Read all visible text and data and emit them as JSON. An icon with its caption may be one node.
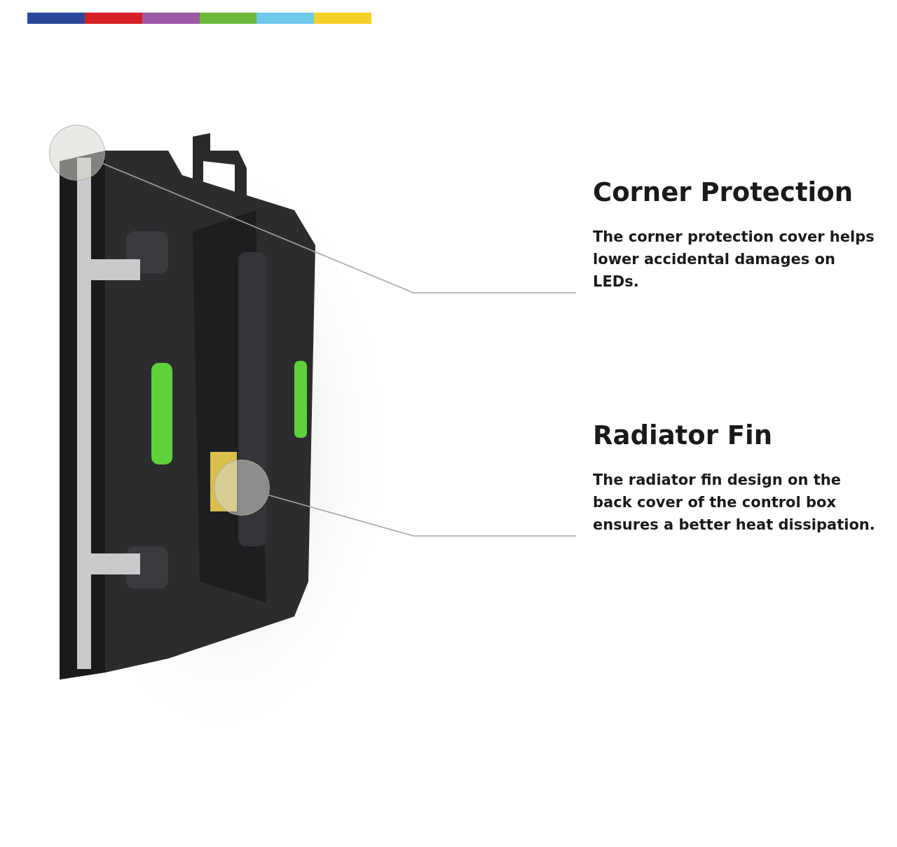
{
  "diagram": {
    "nodes": [
      {
        "text": [
          "Corner Protection",
          "The corner protection cover helps lower accidental damages on LEDs."
        ]
      },
      {
        "text": [],
        "shape": "circle"
      },
      {
        "text": [
          "Radiator Fin",
          "The radiator fin design on the back cover of the control box ensures a better heat dissipation."
        ]
      },
      {
        "text": [],
        "shape": "circle"
      }
    ],
    "edges": [
      {
        "from": 0,
        "to": 1,
        "arrow": "none"
      },
      {
        "from": 2,
        "to": 3,
        "arrow": "none"
      }
    ]
  }
}
